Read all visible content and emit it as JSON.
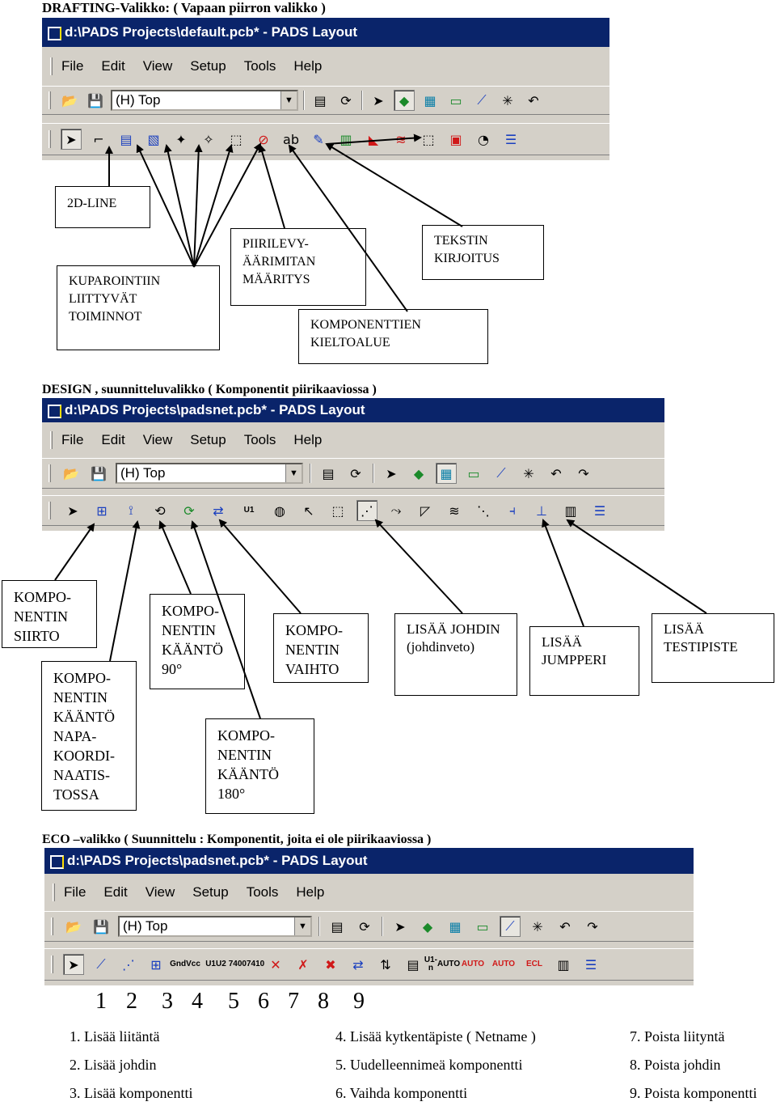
{
  "sections": {
    "drafting": {
      "heading": "DRAFTING-Valikko: ( Vapaan piirron valikko )",
      "window_title": "d:\\PADS Projects\\default.pcb* - PADS Layout",
      "layer": "(H) Top",
      "labels": {
        "line": "2D-LINE",
        "copper": "KUPAROINTIIN LIITTYVÄT TOIMINNOT",
        "board": "PIIRILEVY-ÄÄRIMITAN MÄÄRITYS",
        "keepout": "KOMPONENTTIEN KIELTOALUE",
        "text": "TEKSTIN KIRJOITUS"
      }
    },
    "design": {
      "heading": "DESIGN , suunnitteluvalikko ( Komponentit piirikaaviossa )",
      "window_title": "d:\\PADS Projects\\padsnet.pcb* - PADS Layout",
      "layer": "(H) Top",
      "labels": {
        "move": "KOMPO-NENTIN SIIRTO",
        "rotate_pad": "KOMPO-NENTIN KÄÄNTÖ NAPA-KOORDI-NAATIS-TOSSA",
        "rotate90": "KOMPO-NENTIN KÄÄNTÖ 90°",
        "rotate180": "KOMPO-NENTIN KÄÄNTÖ 180°",
        "swap": "KOMPO-NENTIN VAIHTO",
        "route": "LISÄÄ JOHDIN (johdinveto)",
        "jumper": "LISÄÄ JUMPPERI",
        "testpoint": "LISÄÄ TESTIPISTE"
      }
    },
    "eco": {
      "heading": "ECO –valikko ( Suunnittelu : Komponentit,  joita ei ole piirikaaviossa )",
      "window_title": "d:\\PADS Projects\\padsnet.pcb* - PADS Layout",
      "layer": "(H) Top",
      "button_text": {
        "gndvcc_top": "Gnd",
        "gndvcc_bottom": "Vcc",
        "u1u2_top": "U1",
        "u1u2_bottom": "U2",
        "n7400_top": "7400",
        "n7400_bottom": "7410",
        "u1n_top": "U1-n",
        "u1n_bottom": "AUTO",
        "auto1": "AUTO",
        "auto2": "AUTO",
        "ecl": "ECL"
      }
    }
  },
  "menu": {
    "file": "File",
    "edit": "Edit",
    "view": "View",
    "setup": "Setup",
    "tools": "Tools",
    "help": "Help"
  },
  "design_u1": "U1",
  "numbers": [
    "1",
    "2",
    "3",
    "4",
    "5",
    "6",
    "7",
    "8",
    "9"
  ],
  "legend": [
    "1. Lisää liitäntä",
    "2. Lisää johdin",
    "3. Lisää komponentti",
    "4. Lisää kytkentäpiste ( Netname )",
    "5. Uudelleennimeä komponentti",
    "6. Vaihda komponentti",
    "7. Poista liityntä",
    "8.  Poista johdin",
    "9. Poista komponentti"
  ]
}
